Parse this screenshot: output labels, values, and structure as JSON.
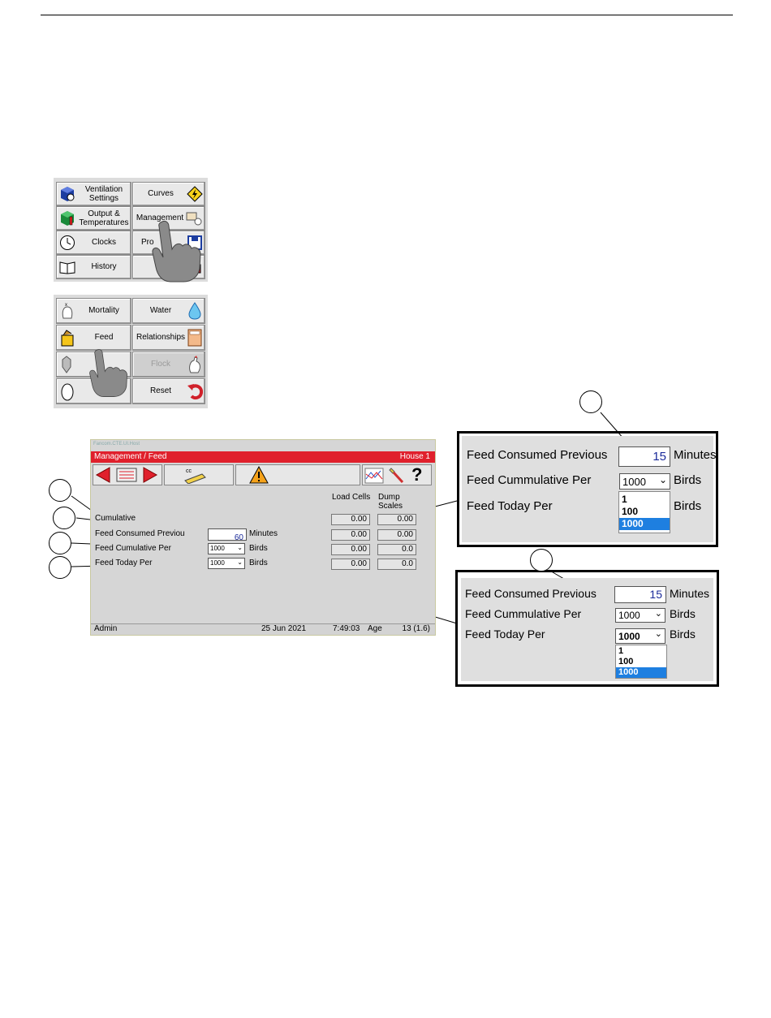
{
  "menu1": {
    "items": [
      {
        "label_l1": "Ventilation",
        "label_l2": "Settings",
        "icon": "ventilation-cube-icon"
      },
      {
        "label": "Curves",
        "icon": "lightning-diamond-icon"
      },
      {
        "label_l1": "Output &",
        "label_l2": "Temperatures",
        "icon": "output-cube-icon"
      },
      {
        "label": "Management",
        "icon": "management-icon"
      },
      {
        "label": "Clocks",
        "icon": "clock-icon"
      },
      {
        "label": "Pro",
        "icon": "floppy-disk-icon"
      },
      {
        "label": "History",
        "icon": "history-book-icon"
      },
      {
        "label": "",
        "icon": "toolbox-icon"
      }
    ]
  },
  "menu2": {
    "items": [
      {
        "label": "Mortality",
        "icon": "dead-bird-icon"
      },
      {
        "label": "Water",
        "icon": "water-drop-icon"
      },
      {
        "label": "Feed",
        "icon": "feed-bag-icon"
      },
      {
        "label": "Relationships",
        "icon": "calculator-icon"
      },
      {
        "label": "",
        "icon": "silo-icon"
      },
      {
        "label": "Flock",
        "icon": "chicken-icon"
      },
      {
        "label": "",
        "icon": "egg-icon"
      },
      {
        "label": "Reset",
        "icon": "reset-arrow-icon"
      }
    ]
  },
  "screen": {
    "app_title": "Fancom.CTE.UI.Host",
    "breadcrumb": "Management / Feed",
    "house": "House 1",
    "col_load_cells": "Load Cells",
    "col_dump_l1": "Dump",
    "col_dump_l2": "Scales",
    "rows": [
      {
        "label": "Cumulative",
        "load": "0.00",
        "dump": "0.00"
      },
      {
        "label": "Feed Consumed Previou",
        "value": "60",
        "unit": "Minutes",
        "load": "0.00",
        "dump": "0.00"
      },
      {
        "label": "Feed Cumulative Per",
        "value": "1000",
        "unit": "Birds",
        "load": "0.00",
        "dump": "0.0"
      },
      {
        "label": "Feed Today Per",
        "value": "1000",
        "unit": "Birds",
        "load": "0.00",
        "dump": "0.0"
      }
    ],
    "status": {
      "user": "Admin",
      "date": "25 Jun 2021",
      "time": "7:49:03",
      "age_label": "Age",
      "age_value": "13 (1.6)"
    },
    "accent_color": "#e0202c"
  },
  "zoom1": {
    "feed_consumed_label": "Feed Consumed Previous",
    "feed_consumed_value": "15",
    "feed_consumed_unit": "Minutes",
    "feed_cum_label": "Feed Cummulative Per",
    "feed_cum_value": "1000",
    "feed_cum_unit": "Birds",
    "feed_today_label": "Feed Today Per",
    "feed_today_unit": "Birds",
    "options": [
      "1",
      "100",
      "1000"
    ]
  },
  "zoom2": {
    "feed_consumed_label": "Feed Consumed Previous",
    "feed_consumed_value": "15",
    "feed_consumed_unit": "Minutes",
    "feed_cum_label": "Feed Cummulative Per",
    "feed_cum_value": "1000",
    "feed_cum_unit": "Birds",
    "feed_today_label": "Feed Today Per",
    "feed_today_value": "1000",
    "feed_today_unit": "Birds",
    "options": [
      "1",
      "100",
      "1000"
    ]
  }
}
